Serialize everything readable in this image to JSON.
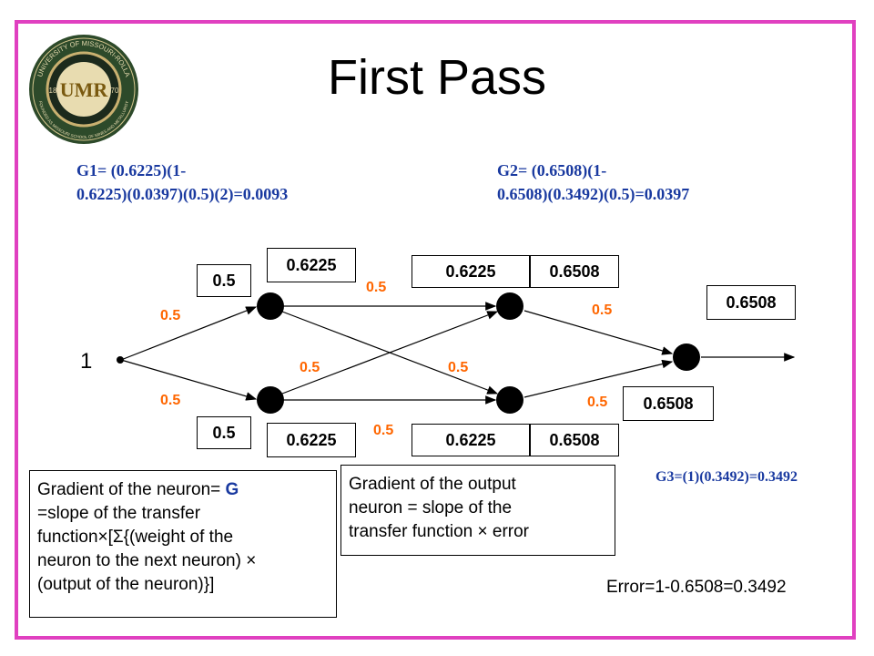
{
  "title": "First Pass",
  "logo": {
    "text_top": "UNIVERSITY OF MISSOURI-ROLLA",
    "text_bottom": "FOUNDED AS MISSOURI SCHOOL OF MINES AND METALLURGY",
    "monogram": "UMR",
    "year_left": "18",
    "year_right": "70"
  },
  "equations": {
    "g1_line1": "G1= (0.6225)(1-",
    "g1_line2": "0.6225)(0.0397)(0.5)(2)=0.0093",
    "g2_line1": "G2= (0.6508)(1-",
    "g2_line2": "0.6508)(0.3492)(0.5)=0.0397",
    "g3": "G3=(1)(0.3492)=0.3492"
  },
  "input_value": "1",
  "boxes": {
    "in_top": "0.5",
    "in_bottom": "0.5",
    "h1_out_top": "0.6225",
    "h1_out_bottom": "0.6225",
    "h2_in_top": "0.6225",
    "h2_in_bottom": "0.6225",
    "h2_out_top": "0.6508",
    "h2_out_bottom": "0.6508",
    "o_in_top": "0.6508",
    "o_in_bottom": "0.6508"
  },
  "weights": {
    "w_in_top": "0.5",
    "w_in_bottom": "0.5",
    "w_h1top_h2top": "0.5",
    "w_cross_a": "0.5",
    "w_cross_b": "0.5",
    "w_h1bot_h2bot": "0.5",
    "w_h2top_out": "0.5",
    "w_h2bot_out": "0.5"
  },
  "notes": {
    "hidden_gradient": {
      "line1_prefix": "Gradient of the neuron= ",
      "line1_symbol": "G",
      "line2": "=slope of the transfer",
      "line3": "function×[Σ{(weight of the",
      "line4": "neuron to the next neuron) ×",
      "line5": "(output of the neuron)}]"
    },
    "output_gradient": {
      "line1": "Gradient of the output",
      "line2": "neuron = slope of the",
      "line3": "transfer function × error"
    }
  },
  "error": "Error=1-0.6508=0.3492",
  "colors": {
    "frame": "#e040c0",
    "equations": "#1a3aa0",
    "weights": "#ff6600"
  }
}
